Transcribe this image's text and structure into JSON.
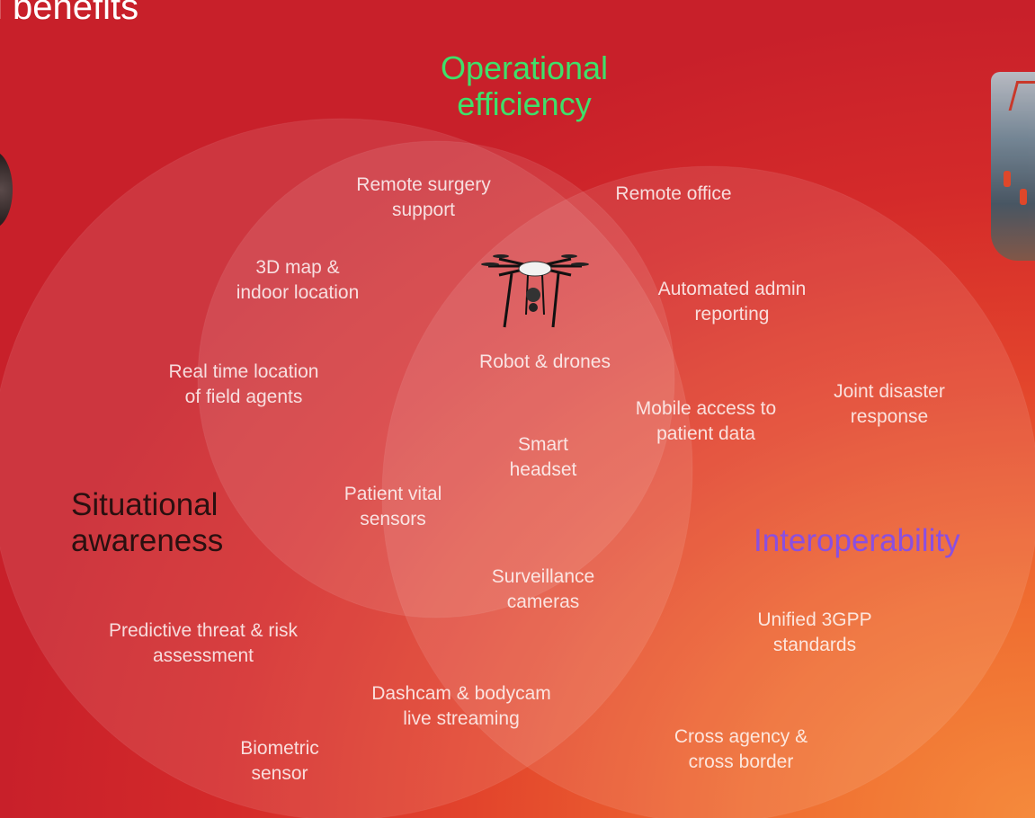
{
  "title": "l benefits",
  "categories": {
    "operational": {
      "label_line1": "Operational",
      "label_line2": "efficiency",
      "color": "#3ee06a"
    },
    "situational": {
      "label_line1": "Situational",
      "label_line2": "awareness",
      "color": "#2a1010"
    },
    "interoperability": {
      "label": "Interoperability",
      "color": "#8a4fe0"
    }
  },
  "items": {
    "remote_surgery": [
      "Remote surgery",
      "support"
    ],
    "remote_office": [
      "Remote office"
    ],
    "map_3d": [
      "3D map &",
      "indoor location"
    ],
    "automated_admin": [
      "Automated admin",
      "reporting"
    ],
    "robot_drones": [
      "Robot & drones"
    ],
    "real_time_location": [
      "Real time location",
      "of field agents"
    ],
    "joint_disaster": [
      "Joint disaster",
      "response"
    ],
    "mobile_access": [
      "Mobile access to",
      "patient data"
    ],
    "smart_headset": [
      "Smart",
      "headset"
    ],
    "patient_vital": [
      "Patient vital",
      "sensors"
    ],
    "surveillance": [
      "Surveillance",
      "cameras"
    ],
    "unified_3gpp": [
      "Unified 3GPP",
      "standards"
    ],
    "predictive_threat": [
      "Predictive threat & risk",
      "assessment"
    ],
    "dashcam": [
      "Dashcam & bodycam",
      "live streaming"
    ],
    "biometric": [
      "Biometric",
      "sensor"
    ],
    "cross_agency": [
      "Cross agency &",
      "cross border"
    ]
  },
  "icons": {
    "center": "drone-icon",
    "left_edge": "device-icon",
    "right_edge": "firefighter-photo"
  }
}
